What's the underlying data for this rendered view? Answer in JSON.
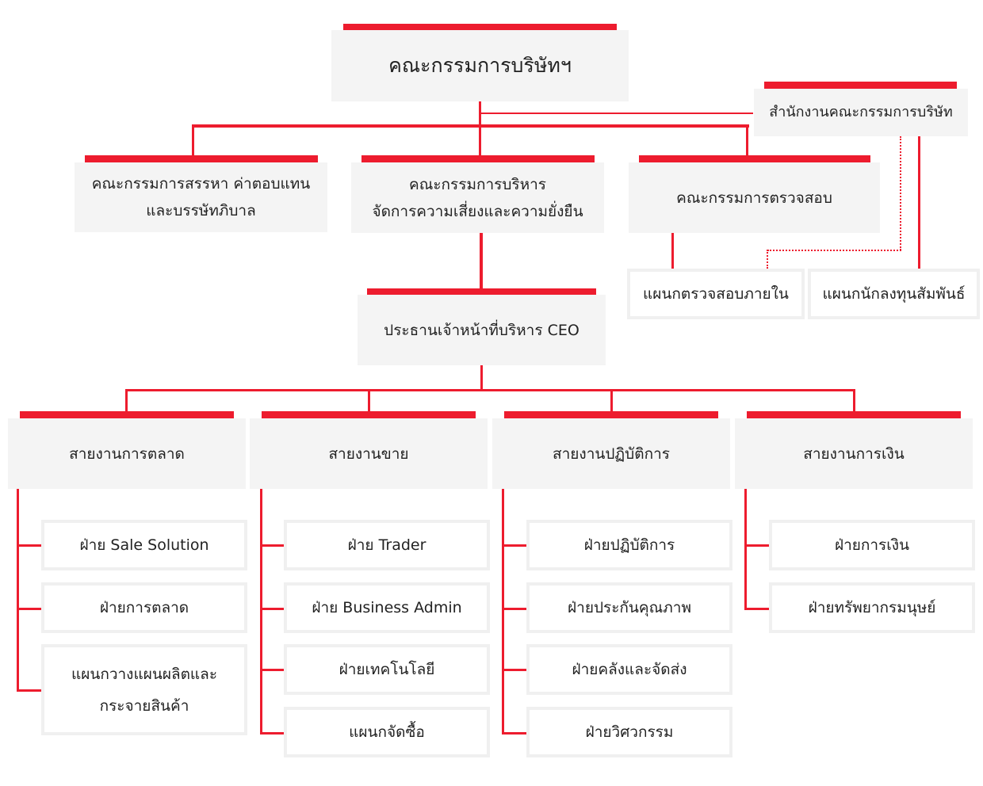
{
  "board": "คณะกรรมการบริษัทฯ",
  "secretary": "สำนักงานคณะกรรมการบริษัท",
  "committees": [
    {
      "line1": "คณะกรรมการสรรหา ค่าตอบแทน",
      "line2": "และบรรษัทภิบาล"
    },
    {
      "line1": "คณะกรรมการบริหาร",
      "line2": "จัดการความเสี่ยงและความยั่งยืน"
    },
    {
      "line1": "คณะกรรมการตรวจสอบ",
      "line2": ""
    }
  ],
  "internal_audit": "แผนกตรวจสอบภายใน",
  "investor_relations": "แผนกนักลงทุนสัมพันธ์",
  "ceo": "ประธานเจ้าหน้าที่บริหาร CEO",
  "divisions": [
    {
      "name": "สายงานการตลาด",
      "units": [
        "ฝ่าย Sale Solution",
        "ฝ่ายการตลาด",
        "แผนกวางแผนผลิตและ",
        "กระจายสินค้า"
      ]
    },
    {
      "name": "สายงานขาย",
      "units": [
        "ฝ่าย Trader",
        "ฝ่าย Business Admin",
        "ฝ่ายเทคโนโลยี",
        "แผนกจัดซื้อ"
      ]
    },
    {
      "name": "สายงานปฏิบัติการ",
      "units": [
        "ฝ่ายปฏิบัติการ",
        "ฝ่ายประกันคุณภาพ",
        "ฝ่ายคลังและจัดส่ง",
        "ฝ่ายวิศวกรรม"
      ]
    },
    {
      "name": "สายงานการเงิน",
      "units": [
        "ฝ่ายการเงิน",
        "ฝ่ายทรัพยากรมนุษย์"
      ]
    }
  ],
  "colors": {
    "accent": "#ed1c2e",
    "box": "#f4f4f4"
  }
}
